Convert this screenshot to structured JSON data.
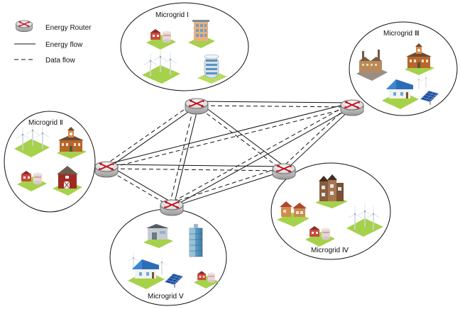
{
  "legend": {
    "router_label": "Energy Router",
    "energy_label": "Energy flow",
    "data_label": "Data flow"
  },
  "microgrids": [
    {
      "id": "I",
      "label": "Microgrid Ⅰ",
      "icons": [
        "power-plant-icon",
        "office-building-icon",
        "wind-turbines-icon",
        "skyscraper-icon"
      ]
    },
    {
      "id": "II",
      "label": "Microgrid Ⅱ",
      "icons": [
        "wind-turbines-icon",
        "school-building-icon",
        "power-plant-icon",
        "farm-barn-icon"
      ]
    },
    {
      "id": "III",
      "label": "Microgrid Ⅲ",
      "icons": [
        "factory-icon",
        "school-building-icon",
        "house-icon",
        "solar-panel-icon",
        "wind-turbines-icon"
      ]
    },
    {
      "id": "IV",
      "label": "Microgrid Ⅳ",
      "icons": [
        "townhouses-icon",
        "residential-houses-icon",
        "power-plant-icon",
        "wind-turbines-icon"
      ]
    },
    {
      "id": "V",
      "label": "Microgrid Ⅴ",
      "icons": [
        "warehouse-icon",
        "skyscraper-icon",
        "house-icon",
        "solar-panel-icon",
        "power-plant-icon",
        "wind-turbines-icon"
      ]
    }
  ],
  "routers": [
    "I",
    "II",
    "III",
    "IV",
    "V"
  ],
  "connections": "full-mesh",
  "colors": {
    "router_body": "#e8e8e8",
    "router_arrow": "#c0101a",
    "line": "#111111",
    "roof_red": "#b23a2a",
    "grass": "#a6d14a"
  }
}
